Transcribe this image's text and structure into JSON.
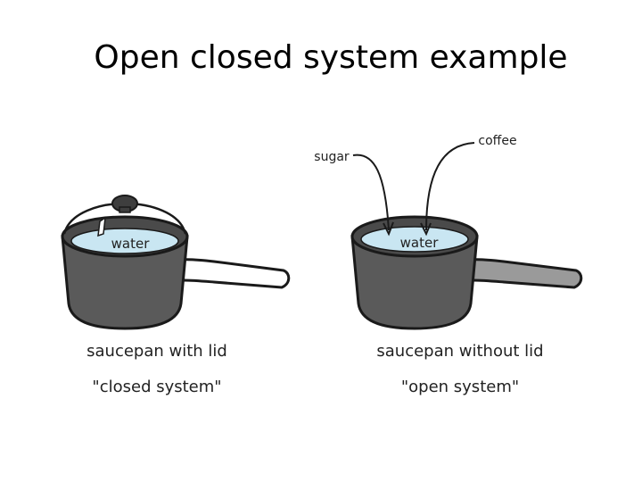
{
  "title": "Open closed system example",
  "closed": {
    "water_label": "water",
    "caption_line1": "saucepan with lid",
    "caption_line2": "\"closed system\""
  },
  "open": {
    "water_label": "water",
    "caption_line1": "saucepan without lid",
    "caption_line2": "\"open system\"",
    "input_labels": [
      "sugar",
      "coffee"
    ]
  },
  "colors": {
    "pan_body": "#5a5a5a",
    "pan_outline": "#1a1a1a",
    "water": "#c9e6f2",
    "handle_closed": "#ffffff",
    "handle_open": "#9a9a9a",
    "lid_knob": "#3e3e3e"
  }
}
